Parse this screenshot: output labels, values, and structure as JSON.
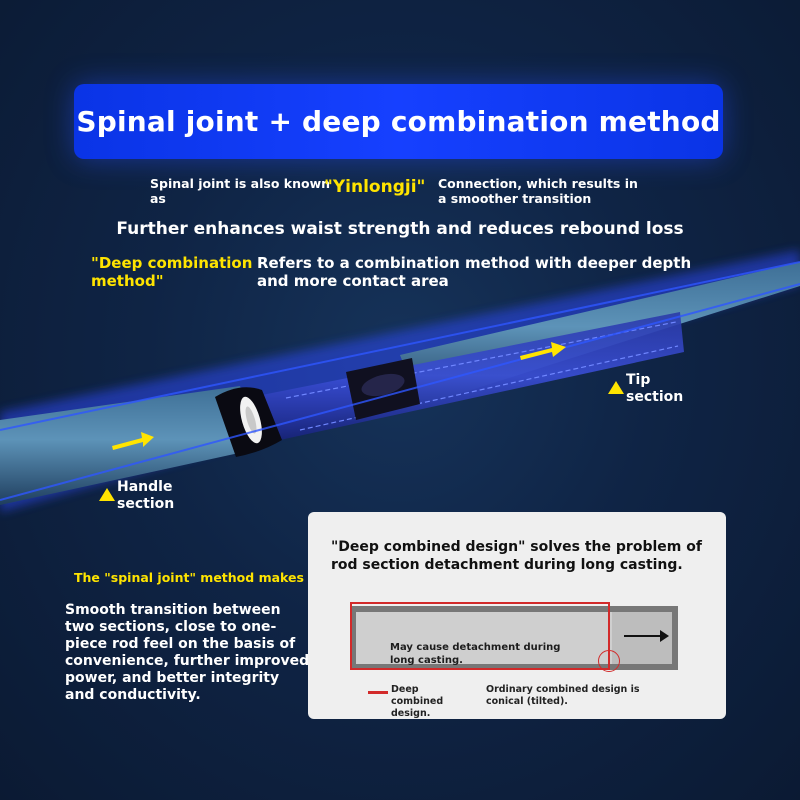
{
  "banner": {
    "title": "Spinal joint + deep combination method"
  },
  "intro": {
    "line1_prefix": "Spinal joint is also known as",
    "line1_name": "\"Yinlongji\"",
    "line1_suffix": "Connection, which results in a smoother transition",
    "line2": "Further enhances waist strength and reduces rebound loss",
    "line3_term": "\"Deep combination method\"",
    "line3_definition": "Refers to a combination method with deeper depth and more contact area"
  },
  "rod": {
    "tip_label": "Tip section",
    "handle_label": "Handle section"
  },
  "left_text": {
    "heading": "The \"spinal joint\" method makes",
    "description": "Smooth transition between two sections, close to one-piece rod feel on the basis of convenience, further improved power, and better integrity and conductivity."
  },
  "inset": {
    "title": "\"Deep combined design\" solves the problem of rod section detachment during long casting.",
    "note": "May cause detachment during long casting.",
    "legend_deep": "Deep combined design.",
    "legend_ordinary": "Ordinary combined design is conical (tilted)."
  },
  "colors": {
    "accent_blue": "#1640ff",
    "highlight_yellow": "#ffe400",
    "deep_design_red": "#d22a2a"
  }
}
